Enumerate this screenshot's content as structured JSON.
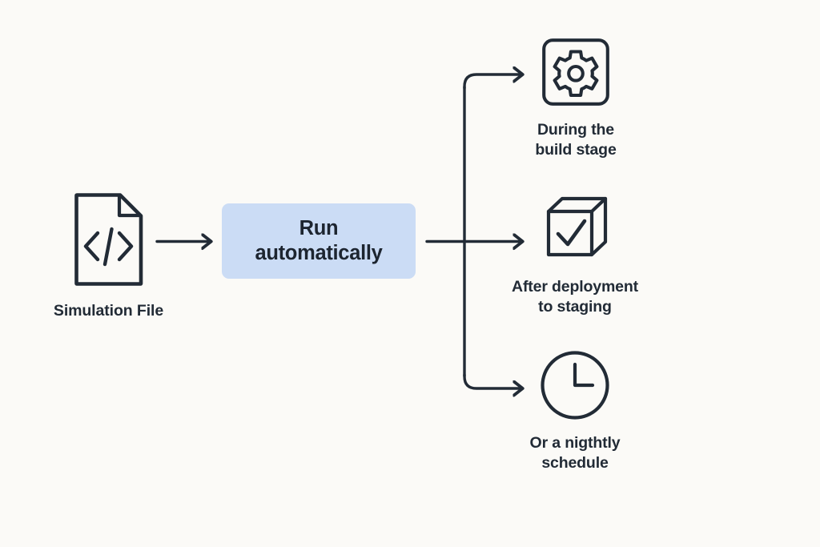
{
  "diagram": {
    "title": "Run automatically pipeline triggers",
    "background_color": "#fbfaf7",
    "stroke_color": "#222b36",
    "accent_color": "#cbdcf5",
    "text_color": "#222b36"
  },
  "source": {
    "icon": "code-file-icon",
    "label": "Simulation File"
  },
  "process": {
    "label_line1": "Run",
    "label_line2": "automatically",
    "fill_color": "#cbdcf5"
  },
  "connectors": {
    "source_to_process": "arrow-right",
    "process_to_branch": "arrow-right",
    "branch_top": "arrow-elbow-up-right",
    "branch_middle": "arrow-right",
    "branch_bottom": "arrow-elbow-down-right"
  },
  "outcomes": [
    {
      "icon": "gear-in-square-icon",
      "label_line1": "During the",
      "label_line2": "build stage"
    },
    {
      "icon": "cube-check-icon",
      "label_line1": "After deployment",
      "label_line2": "to staging"
    },
    {
      "icon": "clock-icon",
      "label_line1": "Or a nigthtly",
      "label_line2": "schedule"
    }
  ]
}
